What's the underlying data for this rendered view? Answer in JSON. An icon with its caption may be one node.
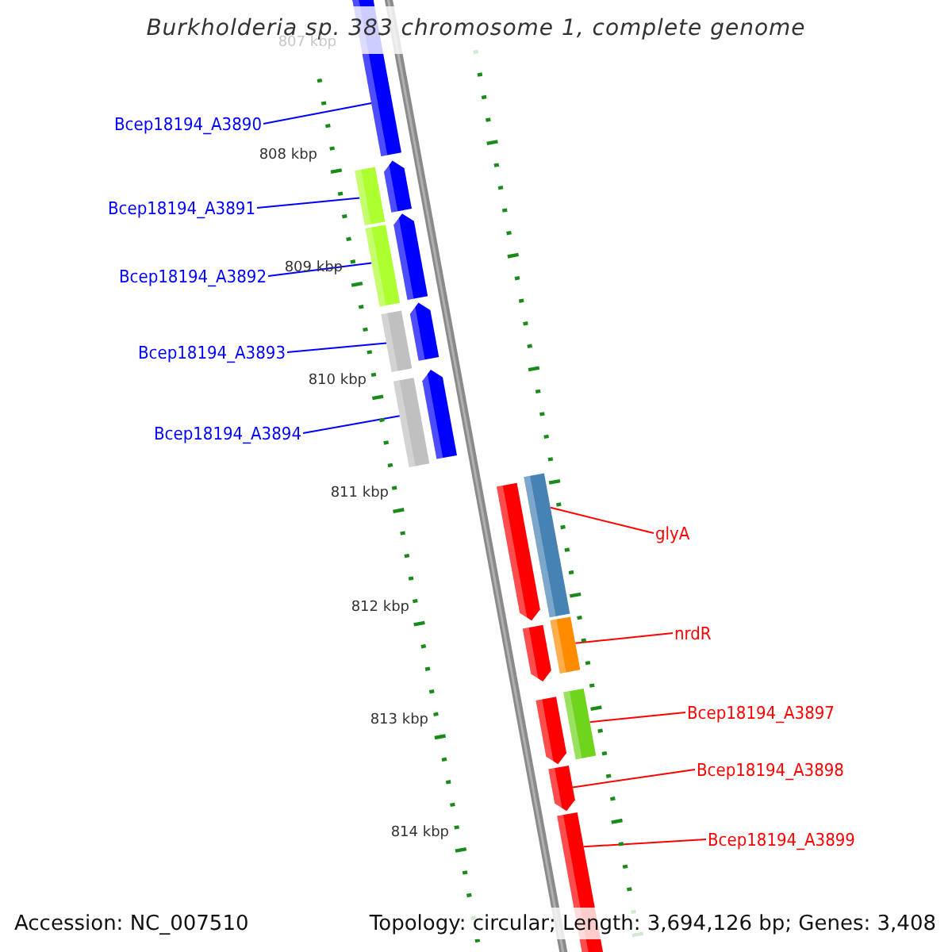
{
  "diagram": {
    "title": "Burkholderia sp. 383 chromosome 1, complete genome",
    "nodes": [
      {
        "text": [
          "Bcep18194_A3890"
        ]
      },
      {
        "text": [
          "Bcep18194_A3891"
        ]
      },
      {
        "text": [
          "Bcep18194_A3892"
        ]
      },
      {
        "text": [
          "Bcep18194_A3893"
        ]
      },
      {
        "text": [
          "Bcep18194_A3894"
        ]
      },
      {
        "text": [
          "glyA"
        ]
      },
      {
        "text": [
          "nrdR"
        ]
      },
      {
        "text": [
          "Bcep18194_A3897"
        ]
      },
      {
        "text": [
          "Bcep18194_A3898"
        ]
      },
      {
        "text": [
          "Bcep18194_A3899"
        ]
      },
      {
        "text": [],
        "shape": "arrow"
      },
      {
        "text": [],
        "shape": "arrow"
      },
      {
        "text": [],
        "shape": "bar"
      },
      {
        "text": [],
        "shape": "arrow"
      },
      {
        "text": [],
        "shape": "bar"
      },
      {
        "text": [],
        "shape": "arrow"
      },
      {
        "text": [],
        "shape": "bar"
      },
      {
        "text": [],
        "shape": "arrow"
      },
      {
        "text": [],
        "shape": "bar"
      },
      {
        "text": [],
        "shape": "bar"
      },
      {
        "text": [],
        "shape": "arrow"
      },
      {
        "text": [],
        "shape": "bar"
      },
      {
        "text": [],
        "shape": "arrow"
      },
      {
        "text": [],
        "shape": "bar"
      },
      {
        "text": [],
        "shape": "arrow"
      },
      {
        "text": [],
        "shape": "arrow"
      },
      {
        "text": [],
        "shape": "arrow"
      }
    ],
    "edges": [
      {
        "from": 0,
        "to": 10,
        "arrow": "none"
      },
      {
        "from": 1,
        "to": 12,
        "arrow": "none"
      },
      {
        "from": 2,
        "to": 14,
        "arrow": "none"
      },
      {
        "from": 3,
        "to": 16,
        "arrow": "none"
      },
      {
        "from": 4,
        "to": 18,
        "arrow": "none"
      },
      {
        "from": 5,
        "to": 19,
        "arrow": "none",
        "color": "#ff0000"
      },
      {
        "from": 6,
        "to": 21,
        "arrow": "none",
        "color": "#ff0000"
      },
      {
        "from": 7,
        "to": 23,
        "arrow": "none",
        "color": "#ff0000"
      },
      {
        "from": 8,
        "to": 25,
        "arrow": "none",
        "color": "#ff0000"
      },
      {
        "from": 9,
        "to": 26,
        "arrow": "none",
        "color": "#ff0000"
      }
    ],
    "labels": [
      "807 kbp",
      "808 kbp",
      "809 kbp",
      "810 kbp",
      "811 kbp",
      "812 kbp",
      "813 kbp",
      "814 kbp",
      "Accession: NC_007510",
      "Topology: circular; Length: 3,694,126 bp; Genes: 3,408"
    ]
  }
}
